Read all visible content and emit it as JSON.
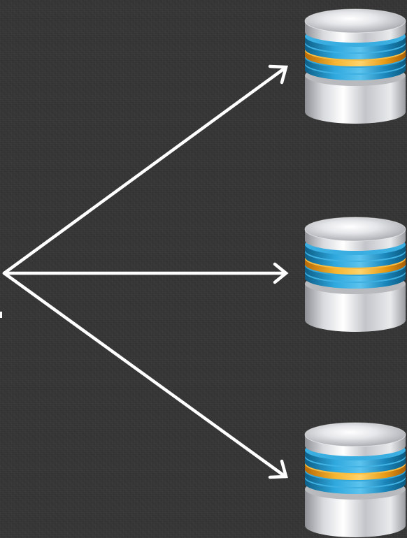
{
  "diagram": {
    "type": "fan-out",
    "source": {
      "icon": "branch-point"
    },
    "connectors": [
      {
        "from": "source",
        "to": "database-top",
        "icon": "arrow-icon"
      },
      {
        "from": "source",
        "to": "database-middle",
        "icon": "arrow-icon"
      },
      {
        "from": "source",
        "to": "database-bottom",
        "icon": "arrow-icon"
      }
    ],
    "targets": [
      {
        "id": "database-top",
        "icon": "database-icon"
      },
      {
        "id": "database-middle",
        "icon": "database-icon"
      },
      {
        "id": "database-bottom",
        "icon": "database-icon"
      }
    ]
  },
  "colors": {
    "background": "#343434",
    "arrow": "#ffffff",
    "disk_blue": "#1d8fc4",
    "disk_orange": "#f2a51c",
    "metal": "#c9cbcf"
  }
}
